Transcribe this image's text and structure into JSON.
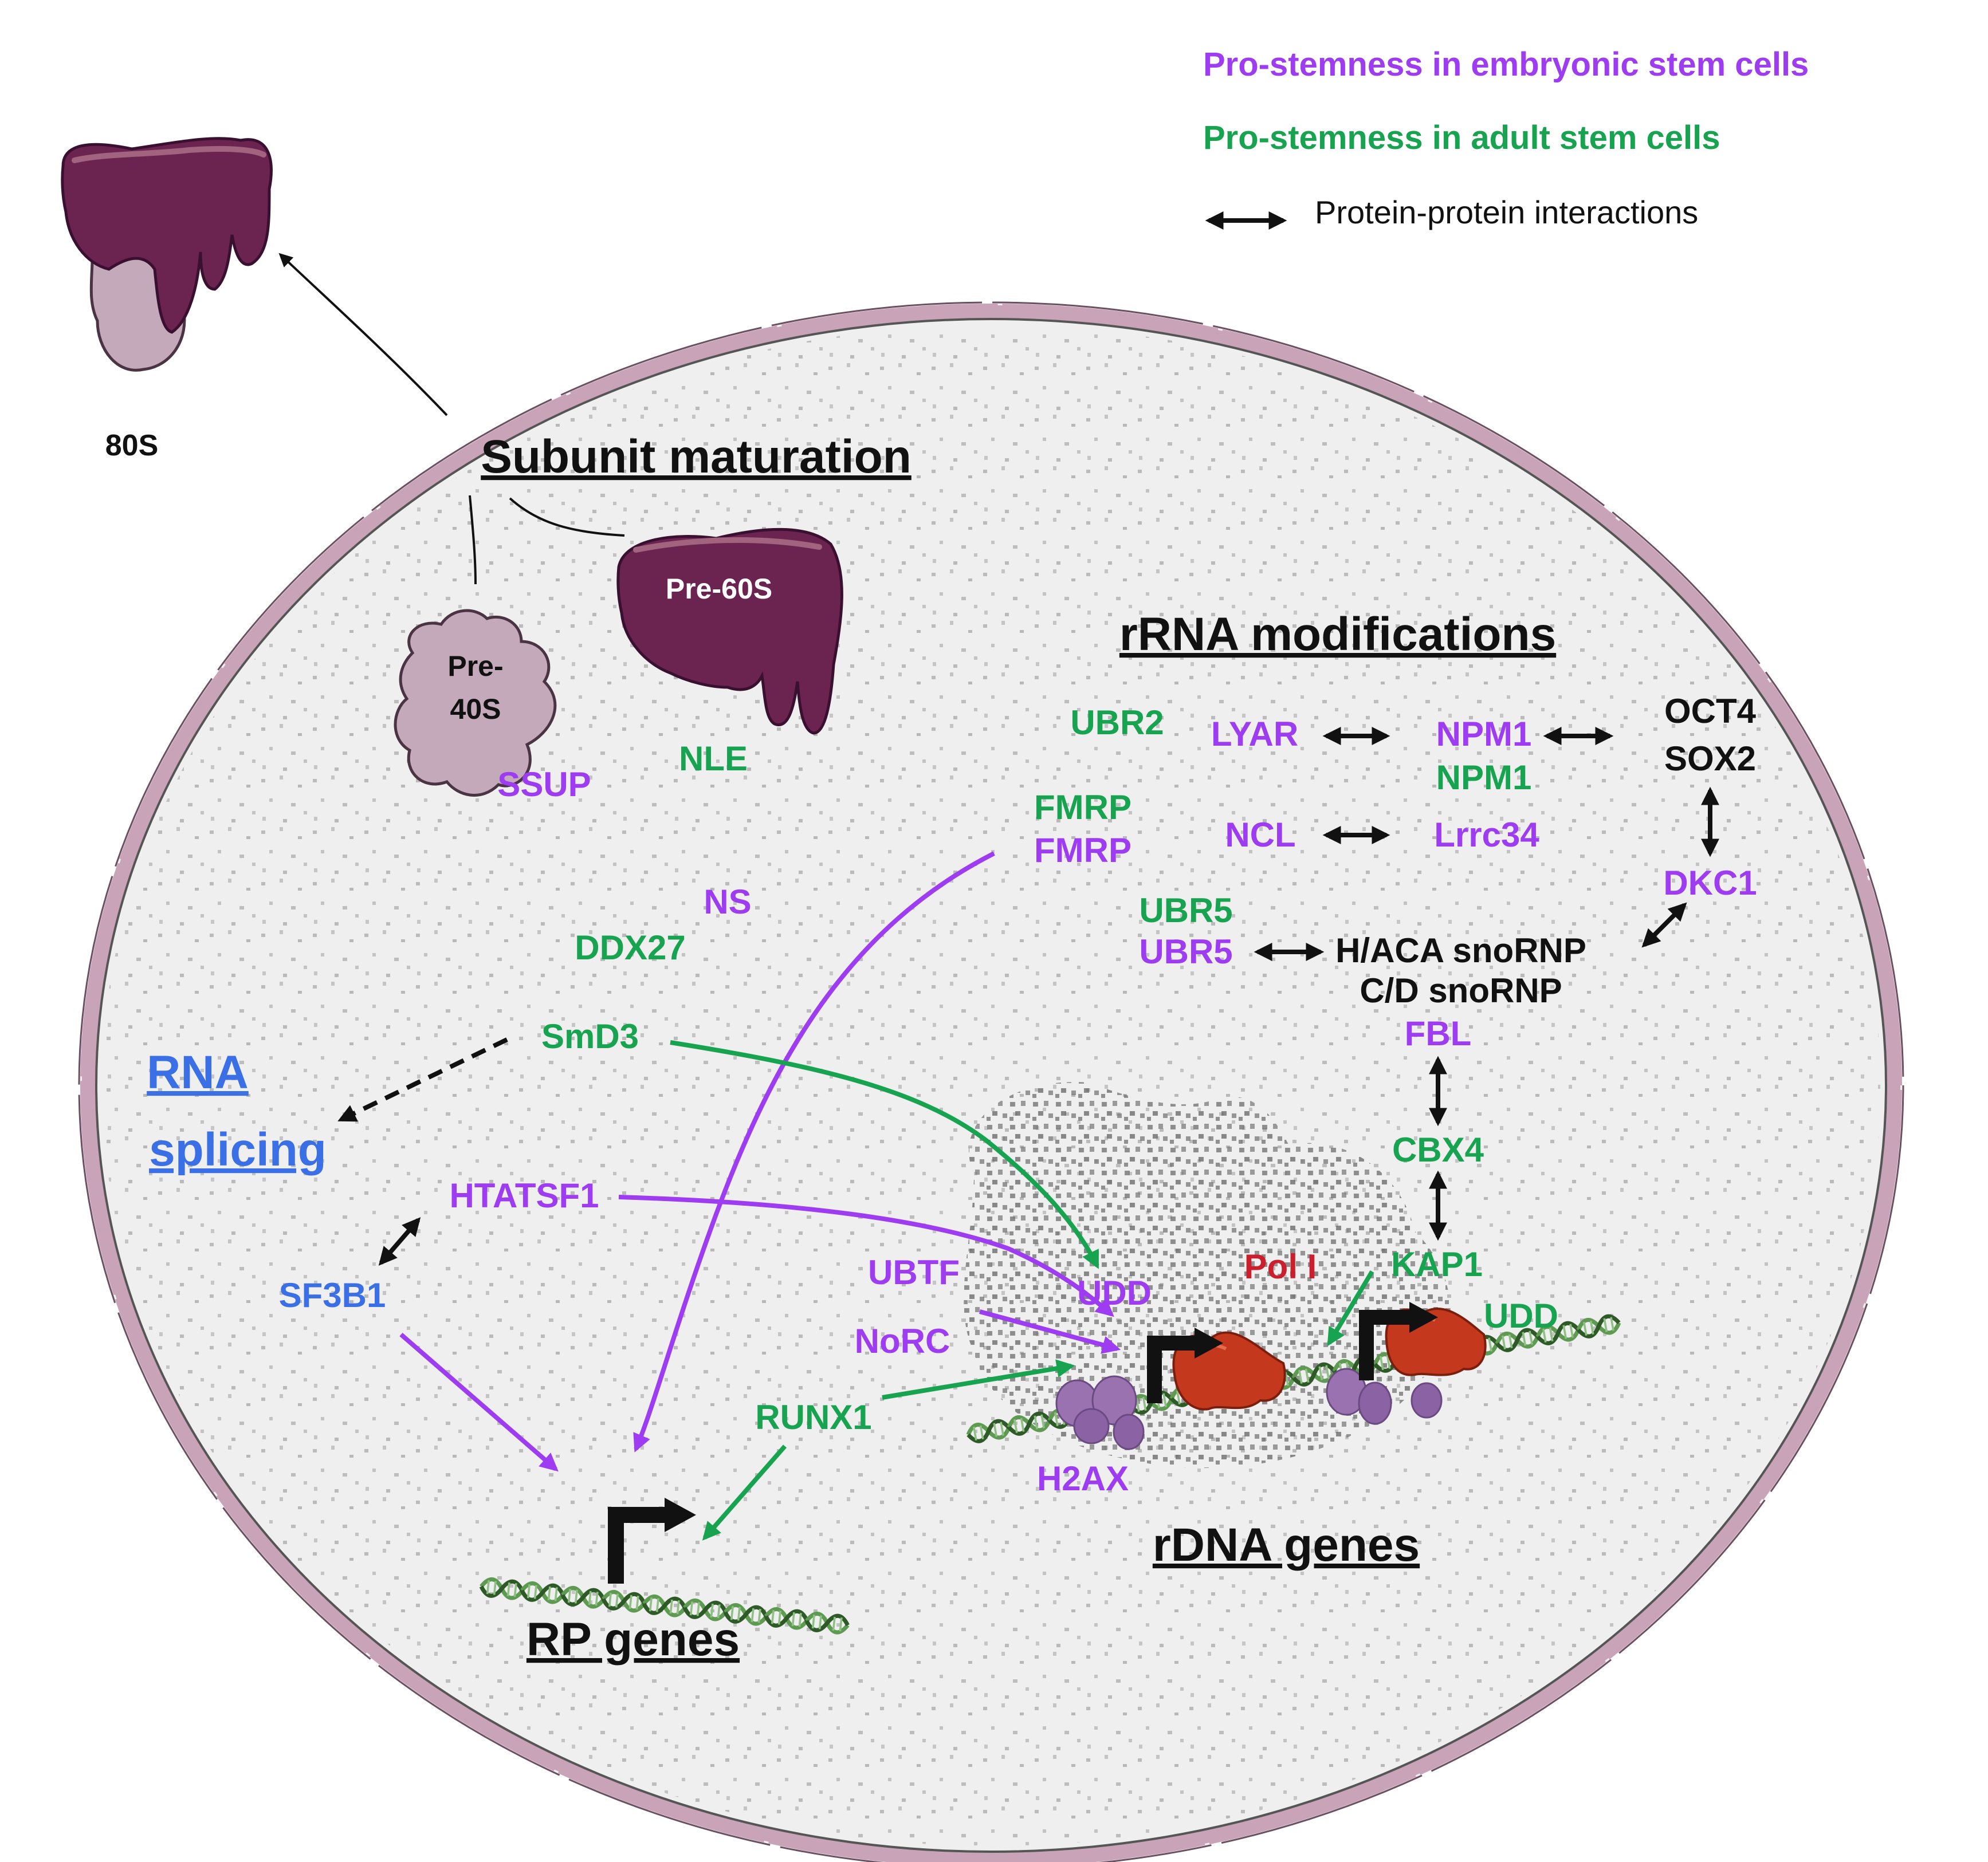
{
  "colors": {
    "purple": "#9d3cf0",
    "green": "#17a34f",
    "blue": "#3a6fe6",
    "red": "#cc1f2e",
    "black": "#111111",
    "membrane": "#c9a4b8",
    "nucleoplasm": "#efefef",
    "ribosome_dark": "#6b2350",
    "ribosome_light": "#c3a9ba",
    "pol1": "#c4381d",
    "histone": "#9a72b0",
    "dna": "#5f9a52"
  },
  "legend": {
    "embryonic": "Pro-stemness in embryonic stem cells",
    "adult": "Pro-stemness in adult stem cells",
    "ppi": "Protein-protein interactions"
  },
  "ribosomes": {
    "r80s": "80S",
    "pre60s": "Pre-60S",
    "pre40s_line1": "Pre-",
    "pre40s_line2": "40S"
  },
  "headings": {
    "subunit_maturation": "Subunit maturation",
    "rrna_modifications": "rRNA modifications",
    "rna_splicing_line1": "RNA",
    "rna_splicing_line2": "splicing",
    "rdna_genes": "rDNA genes",
    "rp_genes": "RP genes"
  },
  "factors": {
    "ssup": "SSUP",
    "nle": "NLE",
    "ubr2": "UBR2",
    "lyar": "LYAR",
    "npm1_purple": "NPM1",
    "npm1_green": "NPM1",
    "oct4": "OCT4",
    "sox2": "SOX2",
    "fmrp_green": "FMRP",
    "fmrp_purple": "FMRP",
    "ncl": "NCL",
    "lrrc34": "Lrrc34",
    "dkc1": "DKC1",
    "ns": "NS",
    "ddx27": "DDX27",
    "ubr5_green": "UBR5",
    "ubr5_purple": "UBR5",
    "haca_snornp": "H/ACA snoRNP",
    "cd_snornp": "C/D snoRNP",
    "smd3": "SmD3",
    "fbl": "FBL",
    "cbx4": "CBX4",
    "htatsf1": "HTATSF1",
    "sf3b1": "SF3B1",
    "ubtf": "UBTF",
    "udd_left": "UDD",
    "pol1": "Pol I",
    "kap1": "KAP1",
    "udd_right": "UDD",
    "norc": "NoRC",
    "runx1": "RUNX1",
    "h2ax": "H2AX"
  }
}
